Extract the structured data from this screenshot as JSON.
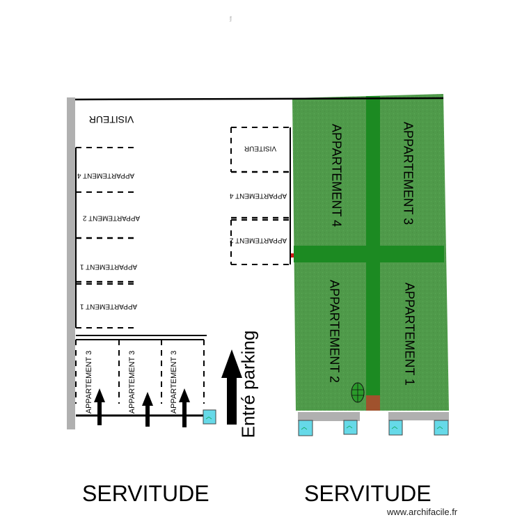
{
  "plan": {
    "tiny_label": "Note",
    "watermark": "www.archifacile.fr",
    "servitude_left": "SERVITUDE",
    "servitude_right": "SERVITUDE",
    "entrance": "Entré parking",
    "visitor_top": "VISITEUR",
    "visitor_right": "VISITEUR",
    "left_parking": [
      "APPARTEMENT 4",
      "APPARTEMENT 2",
      "APPARTEMENT 1",
      "APPARTEMENT 1"
    ],
    "right_parking": [
      "APPARTEMENT 4",
      "APPARTEMENT 2"
    ],
    "bottom_parking": [
      "APPARTEMENT 3",
      "APPARTEMENT 3",
      "APPARTEMENT 3"
    ],
    "gardens": [
      "APPARTEMENT 4",
      "APPARTEMENT 3",
      "APPARTEMENT 2",
      "APPARTEMENT 1"
    ],
    "colors": {
      "lawn": "#4f9a4a",
      "path": "#1c8a22",
      "wall": "#b0b0b0",
      "water": "#66d9e8"
    }
  }
}
